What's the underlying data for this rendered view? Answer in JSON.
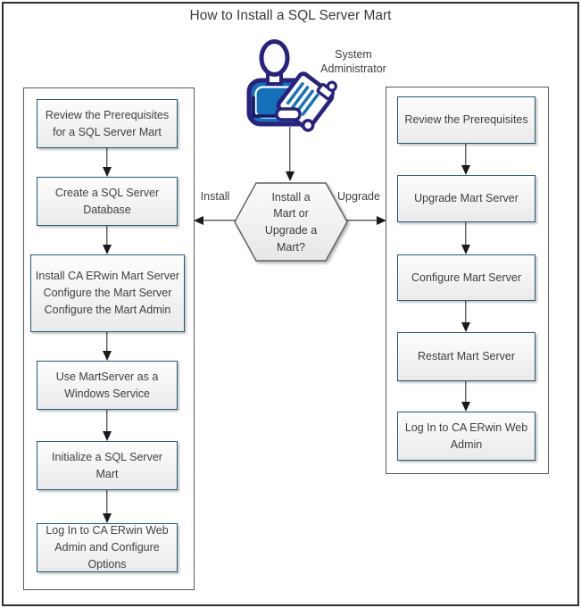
{
  "page": {
    "title": "How to Install a SQL Server Mart"
  },
  "actor": {
    "label": "System\nAdministrator"
  },
  "decision": {
    "question": "Install a\nMart or\nUpgrade a\nMart?",
    "branches": {
      "left": "Install",
      "right": "Upgrade"
    }
  },
  "install_path": {
    "steps": [
      {
        "label": "Review the Prerequisites\nfor a SQL Server Mart"
      },
      {
        "label": "Create a SQL Server\nDatabase"
      },
      {
        "label": "Install CA ERwin Mart Server\nConfigure the Mart Server\nConfigure the Mart Admin"
      },
      {
        "label": "Use MartServer as a\nWindows Service"
      },
      {
        "label": "Initialize a SQL Server\nMart"
      },
      {
        "label": "Log In to CA ERwin Web\nAdmin and Configure\nOptions"
      }
    ]
  },
  "upgrade_path": {
    "steps": [
      {
        "label": "Review the Prerequisites"
      },
      {
        "label": "Upgrade Mart Server"
      },
      {
        "label": "Configure Mart Server"
      },
      {
        "label": "Restart Mart Server"
      },
      {
        "label": "Log In to CA ERwin Web\nAdmin"
      }
    ]
  },
  "colors": {
    "step_border": "#1d5b76",
    "accent_blue": "#1471b8",
    "icon_outline": "#28217e",
    "container_border": "#595959",
    "hexagon_border": "#606060",
    "arrow": "#1a1a1a",
    "text": "#3f3f3f"
  }
}
